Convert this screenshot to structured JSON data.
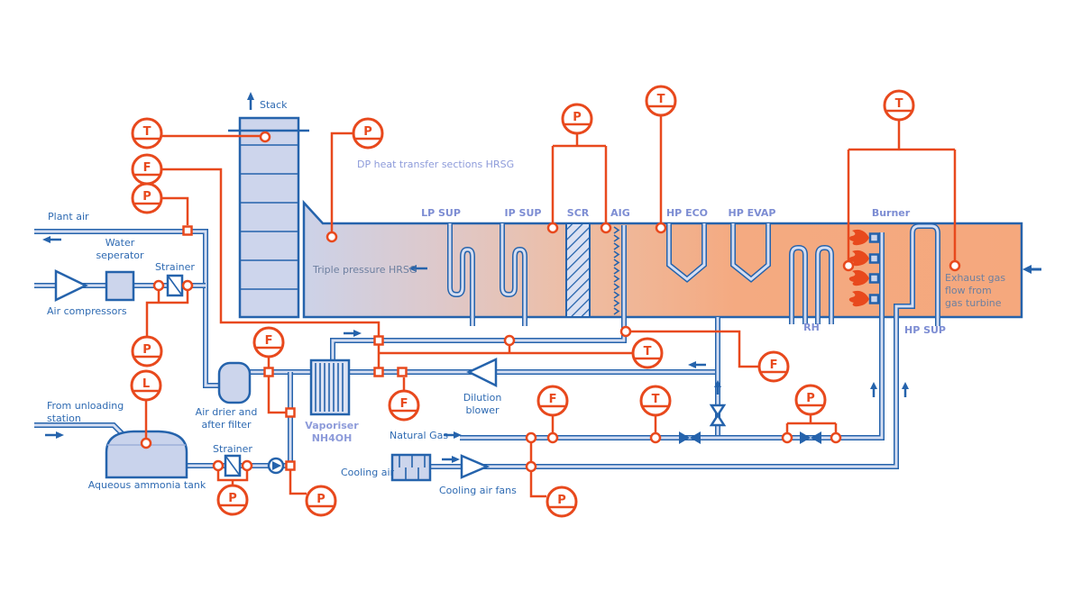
{
  "colors": {
    "accent_orange": "#e8491d",
    "line_blue": "#2563ac",
    "duct_left": "#ccd2e8",
    "duct_right": "#f5a87d",
    "section_label": "#7d8dd3",
    "periwinkle_label": "#8d9bda",
    "muted_label": "#6e80a0"
  },
  "labels": {
    "stack": "Stack",
    "plant_air": "Plant air",
    "water_separator": "Water\nseperator",
    "air_compressors": "Air compressors",
    "strainer_top": "Strainer",
    "strainer_bottom": "Strainer",
    "from_unloading": "From unloading\nstation",
    "aqueous_tank": "Aqueous ammonia tank",
    "air_drier": "Air drier and\nafter filter",
    "vaporiser": "Vaporiser\nNH4OH",
    "dilution_blower": "Dilution\nblower",
    "natural_gas": "Natural Gas",
    "cooling_air": "Cooling air",
    "cooling_air_fans": "Cooling air fans",
    "dp_sections": "DP heat transfer sections HRSG",
    "triple_pressure": "Triple pressure HRSG",
    "exhaust": "Exhaust gas\nflow from\ngas turbine"
  },
  "sections": {
    "lp_sup": "LP SUP",
    "ip_sup": "IP SUP",
    "scr": "SCR",
    "aig": "AIG",
    "hp_eco": "HP ECO",
    "hp_evap": "HP EVAP",
    "burner": "Burner",
    "rh": "RH",
    "hp_sup": "HP SUP"
  },
  "instruments": {
    "t_stack": "T",
    "f_left": "F",
    "p_left": "P",
    "p_hrsg": "P",
    "p_scr": "P",
    "t_hpeco": "T",
    "t_burner": "T",
    "p_strainer1": "P",
    "l_tank": "L",
    "f_vap": "F",
    "p_strainer2": "P",
    "p_pump": "P",
    "f_dilution": "F",
    "f_ng": "F",
    "t_ng": "T",
    "p_ng": "P",
    "f_aig": "F",
    "t_dilution": "T",
    "p_ngvalve": "P"
  }
}
